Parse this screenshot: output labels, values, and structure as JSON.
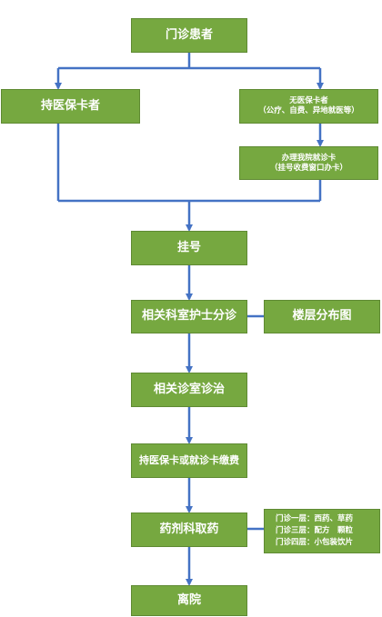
{
  "nodes": {
    "outpatient": "门诊患者",
    "with_card": "持医保卡者",
    "without_card": {
      "line1": "无医保卡者",
      "line2": "（公疗、自费、异地就医等）"
    },
    "get_card": {
      "line1": "办理我院就诊卡",
      "line2": "（挂号收费窗口办卡）"
    },
    "register": "挂号",
    "triage": "相关科室护士分诊",
    "floor_map": "楼层分布图",
    "consult": "相关诊室诊治",
    "pay": "持医保卡或就诊卡缴费",
    "pharmacy": "药剂科取药",
    "pharmacy_info": {
      "line1": "门诊一层：西药、草药",
      "line2": "门诊三层：配方　颗粒",
      "line3": "门诊四层：小包装饮片"
    },
    "leave": "离院"
  },
  "colors": {
    "node_fill": "#76a840",
    "arrow": "#4472c4"
  }
}
